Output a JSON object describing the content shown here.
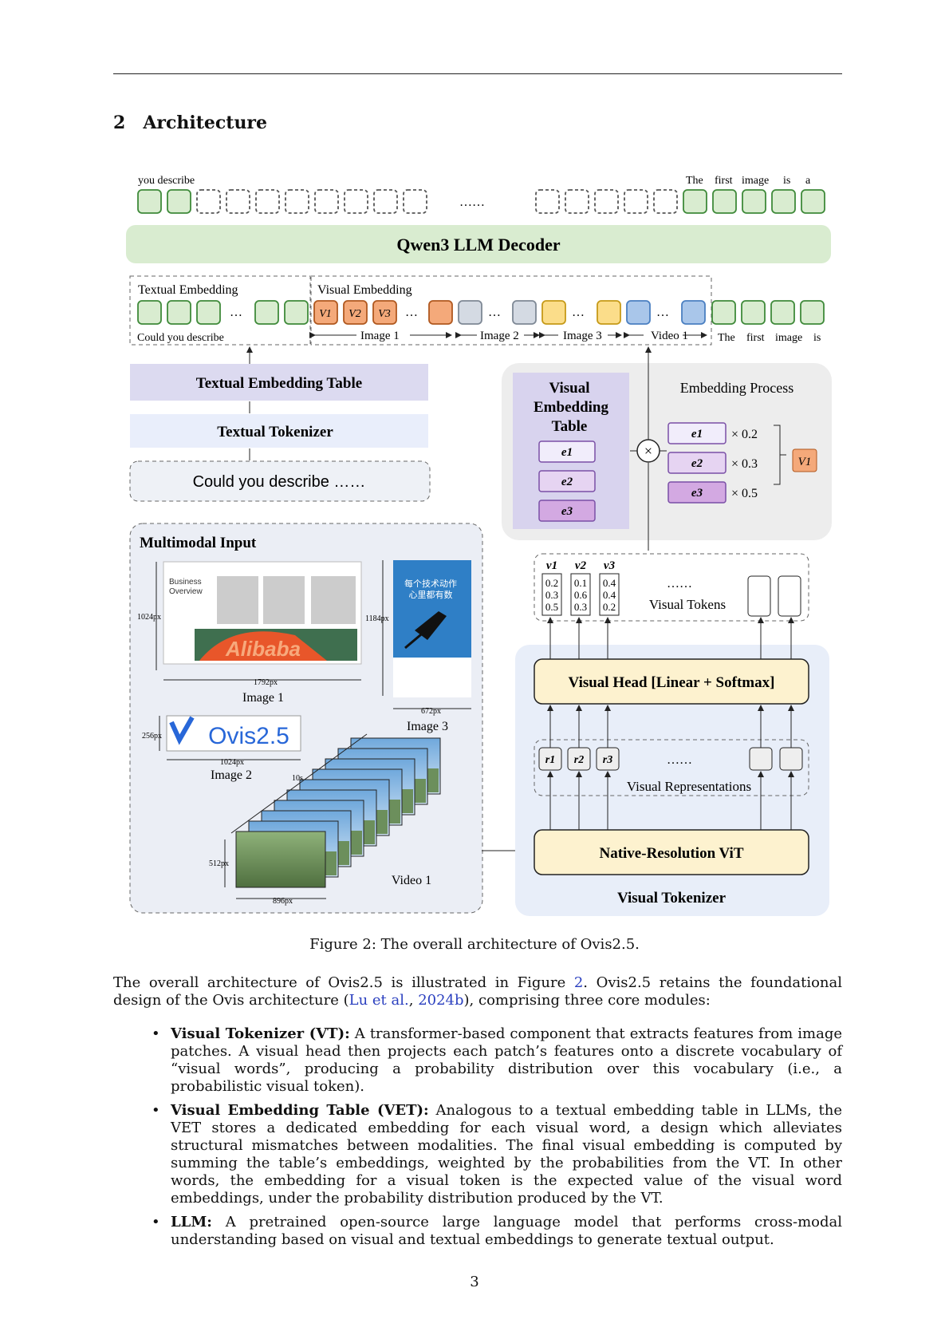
{
  "section": {
    "number": "2",
    "title": "Architecture"
  },
  "figure": {
    "out_left": "you describe",
    "out_right_words": [
      "The",
      "first",
      "image",
      "is",
      "a"
    ],
    "dots": "……",
    "llm": "Qwen3 LLM Decoder",
    "textual_embedding": "Textual Embedding",
    "visual_embedding": "Visual Embedding",
    "could_you_describe_small": "Could you describe",
    "image1_lbl": "Image 1",
    "image2_lbl": "Image 2",
    "image3_lbl": "Image 3",
    "video1_lbl": "Video 1",
    "in_right_words": [
      "The",
      "first",
      "image",
      "is"
    ],
    "tet": "Textual Embedding Table",
    "tok": "Textual Tokenizer",
    "prompt": "Could you describe ……",
    "vet": "Visual Embedding Table",
    "embed_proc": "Embedding Process",
    "e_labels": [
      "e1",
      "e2",
      "e3"
    ],
    "weights": [
      "× 0.2",
      "× 0.3",
      "× 0.5"
    ],
    "v1": "V1",
    "mm_input": "Multimodal Input",
    "business": "Business Overview",
    "alibaba": "Alibaba",
    "dim_1024": "1024px",
    "dim_1792": "1792px",
    "dim_1184": "1184px",
    "dim_672": "672px",
    "dim_256": "256px",
    "dim_1024b": "1024px",
    "dim_10s": "10s",
    "dim_512": "512px",
    "dim_896": "896px",
    "ovis_logo": "Ovis2.5",
    "poster_text": "每个技术动作\n心里都有数",
    "v_labels": [
      "v1",
      "v2",
      "v3"
    ],
    "v_vals": [
      [
        "0.2",
        "0.3",
        "0.5"
      ],
      [
        "0.1",
        "0.6",
        "0.3"
      ],
      [
        "0.4",
        "0.4",
        "0.2"
      ]
    ],
    "visual_tokens": "Visual Tokens",
    "visual_head": "Visual Head [Linear + Softmax]",
    "r_labels": [
      "r1",
      "r2",
      "r3"
    ],
    "visual_reps": "Visual Representations",
    "vit": "Native-Resolution ViT",
    "visual_tokenizer": "Visual Tokenizer",
    "colors": {
      "green": "#d9ecd0",
      "green_border": "#3f8a3a",
      "orange": "#f4a97a",
      "blue": "#a9c6ea",
      "yellow": "#fbdd8a",
      "gray": "#d4dae3",
      "purple": "#d7d1ec",
      "light_blue": "#e8eef9"
    }
  },
  "caption": "Figure 2: The overall architecture of Ovis2.5.",
  "body": {
    "p1_a": "The overall architecture of Ovis2.5 is illustrated in Figure ",
    "p1_fig": "2",
    "p1_b": ". Ovis2.5 retains the foundational design of the Ovis architecture (",
    "p1_cite1": "Lu et al.",
    "p1_c": ", ",
    "p1_cite2": "2024b",
    "p1_d": "), comprising three core modules:",
    "items": [
      {
        "term": "Visual Tokenizer (VT):",
        "text": " A transformer-based component that extracts features from image patches. A visual head then projects each patch’s features onto a discrete vocabulary of “visual words”, producing a probability distribution over this vocabulary (i.e., a probabilistic visual token)."
      },
      {
        "term": "Visual Embedding Table (VET):",
        "text": " Analogous to a textual embedding table in LLMs, the VET stores a dedicated embedding for each visual word, a design which alleviates structural mismatches between modalities. The final visual embedding is computed by summing the table’s embeddings, weighted by the probabilities from the VT. In other words, the embedding for a visual token is the expected value of the visual word embeddings, under the probability distribution produced by the VT."
      },
      {
        "term": "LLM:",
        "text": " A pretrained open-source large language model that performs cross-modal understanding based on visual and textual embeddings to generate textual output."
      }
    ]
  },
  "page_number": "3"
}
